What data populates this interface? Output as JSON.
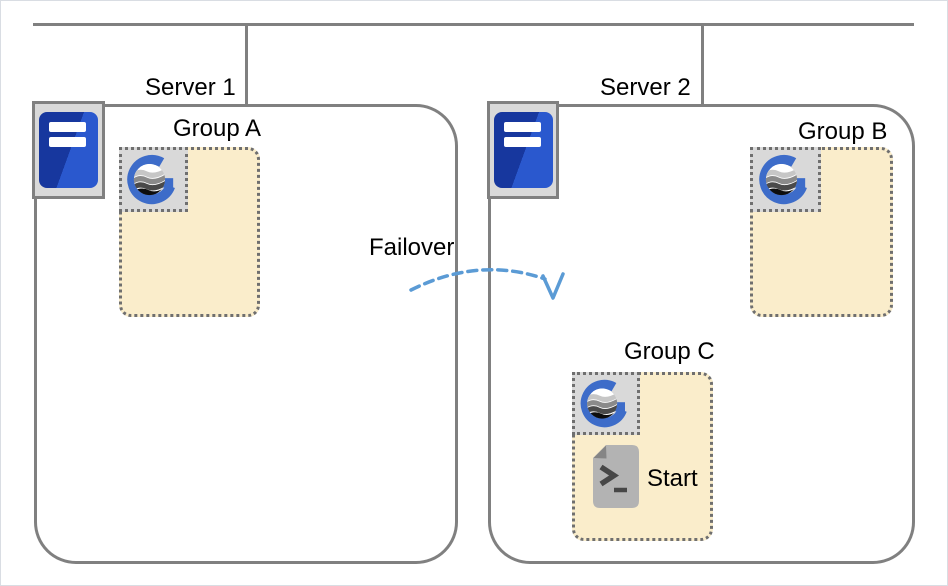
{
  "diagram": {
    "kind": "failover-cluster-diagram",
    "servers": [
      {
        "label": "Server 1"
      },
      {
        "label": "Server 2"
      }
    ],
    "groups": [
      {
        "label": "Group A",
        "host": "Server 1"
      },
      {
        "label": "Group B",
        "host": "Server 2"
      },
      {
        "label": "Group C",
        "host": "Server 2",
        "script_label": "Start"
      }
    ],
    "failover": {
      "label": "Failover"
    },
    "colors": {
      "connector_gray": "#808080",
      "group_fill": "#faedcb",
      "dotted_border_gray": "#6f6f6f",
      "tile_fill": "#d9d9d9",
      "server_icon_blue": "#1c44b4",
      "app_icon_blue": "#3d6cc9",
      "failover_arrow_blue": "#5b9bd5",
      "label_color": "#000000"
    }
  }
}
